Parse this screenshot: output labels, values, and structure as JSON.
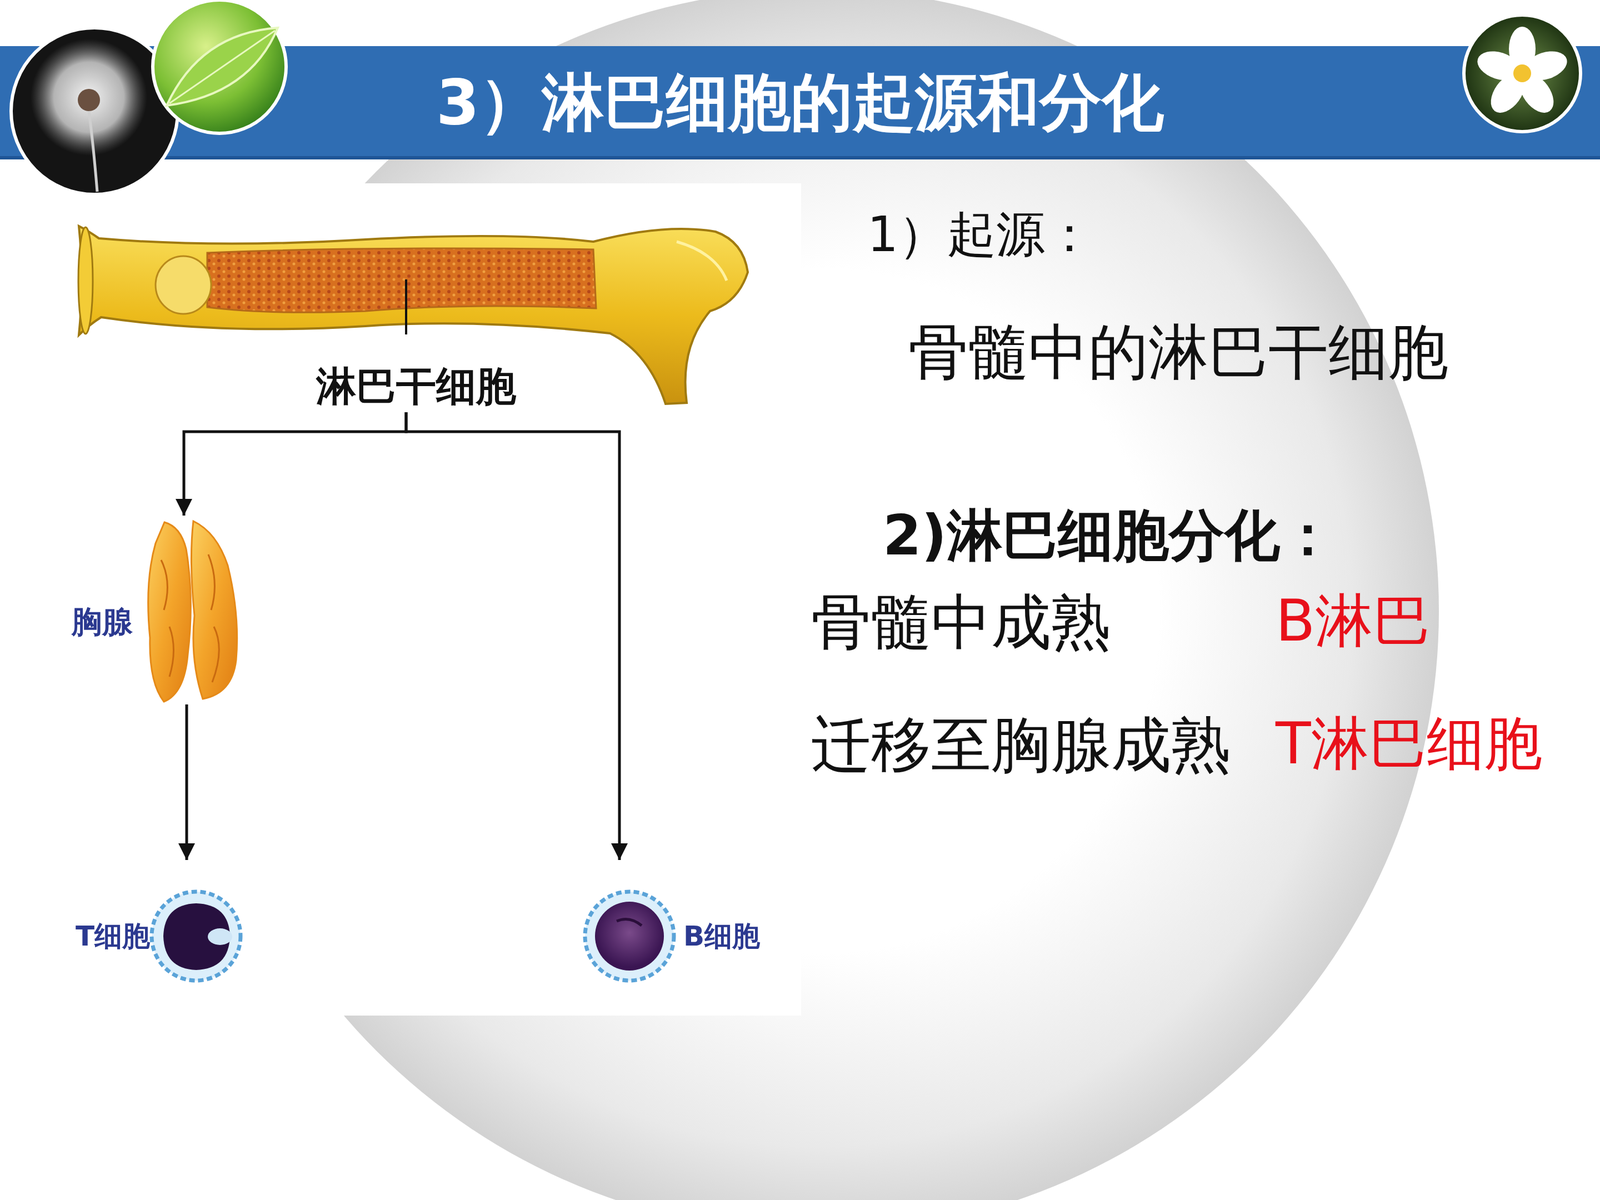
{
  "diagram": {
    "title": "3）淋巴细胞的起源和分化",
    "nodes": [
      {
        "text": [
          "淋巴干细胞"
        ]
      },
      {
        "text": [
          "胸腺"
        ]
      },
      {
        "text": [
          "T细胞"
        ]
      },
      {
        "text": [
          "B细胞"
        ]
      }
    ],
    "edges": [
      {
        "from": 0,
        "to": 1,
        "arrow": "to"
      },
      {
        "from": 1,
        "to": 2,
        "arrow": "to"
      },
      {
        "from": 0,
        "to": 3,
        "arrow": "to"
      }
    ],
    "labels": [
      "1）起源：",
      "骨髓中的淋巴干细胞",
      "2)淋巴细胞分化：",
      "骨髓中成熟",
      "B淋巴",
      "迁移至胸腺成熟",
      "T淋巴细胞"
    ]
  }
}
